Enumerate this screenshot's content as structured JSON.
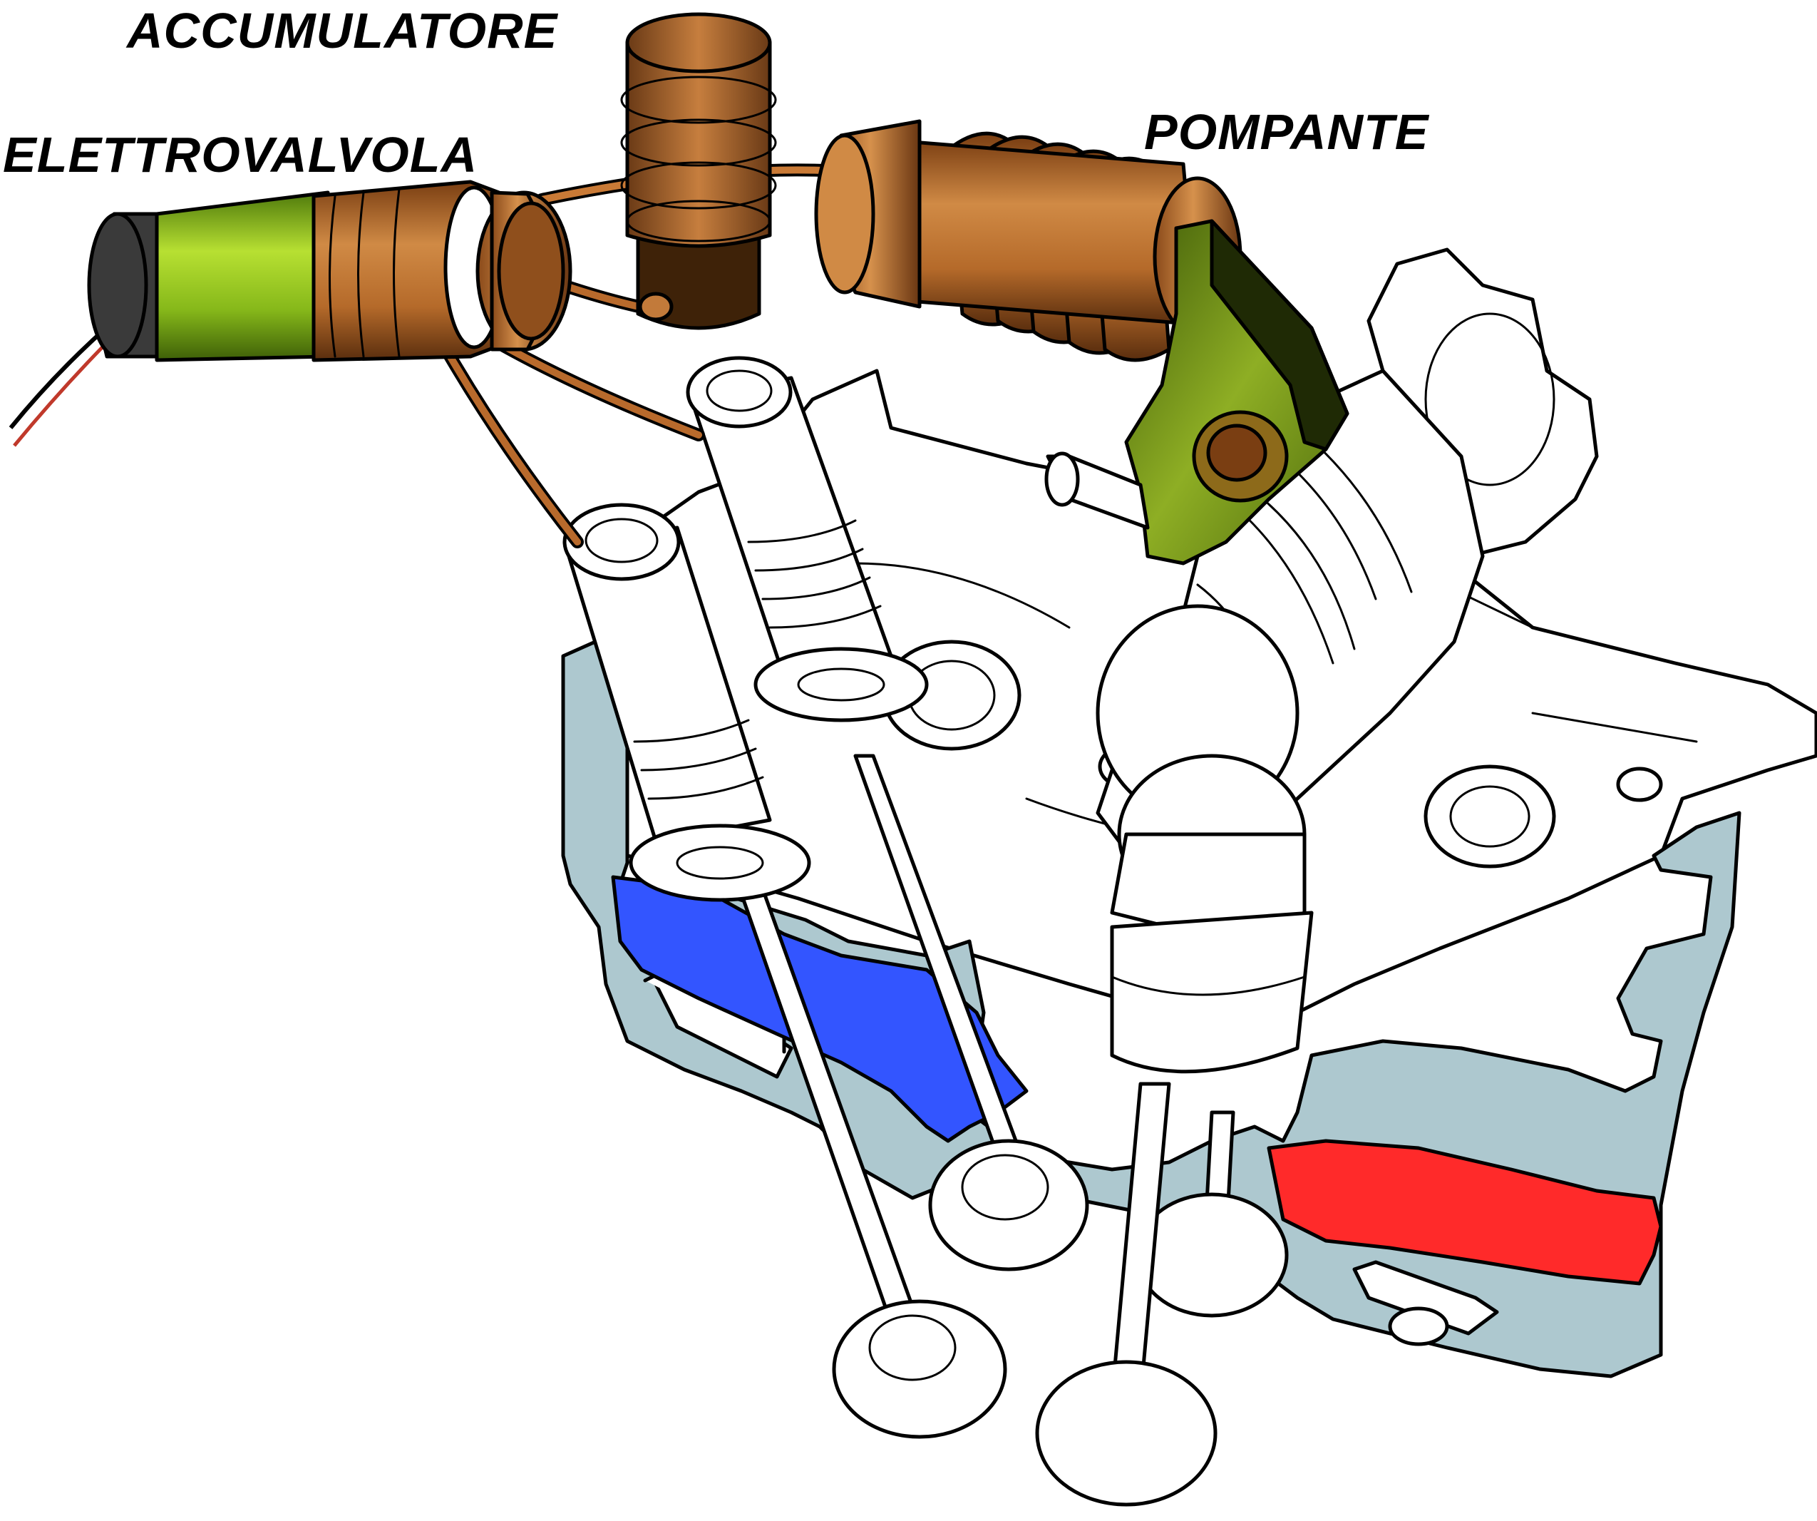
{
  "labels": {
    "accumulatore": "ACCUMULATORE",
    "elettrovalvola": "ELETTROVALVOLA",
    "pompante": "POMPANTE"
  },
  "colors": {
    "head_section": "#adc8cf",
    "intake_channel": "#3355ff",
    "exhaust_channel": "#ff2a2a",
    "copper": "#b86a2c",
    "copper_dark": "#5e3112",
    "solenoid_green": "#8fc21f",
    "lever_green": "#6f8f16",
    "outline": "#000000",
    "fill_white": "#ffffff"
  }
}
